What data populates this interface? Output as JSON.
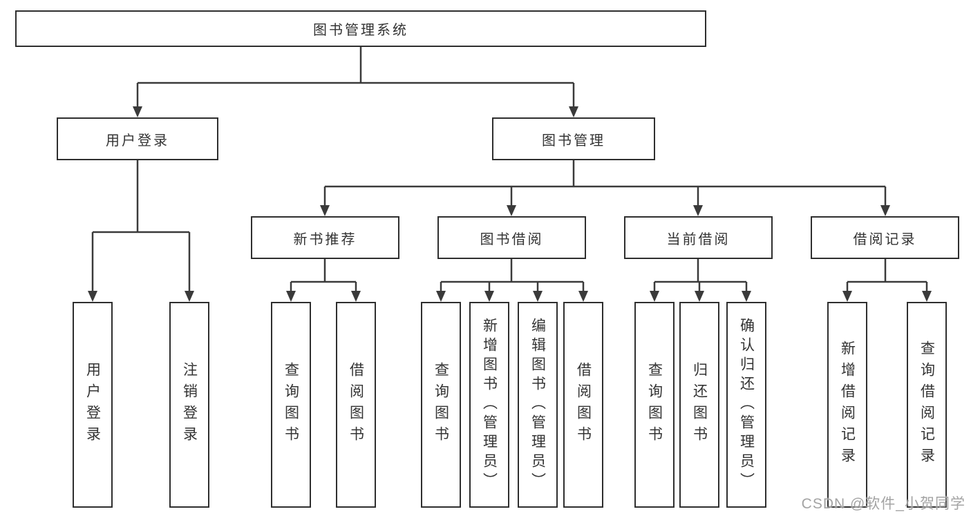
{
  "diagram": {
    "root": {
      "label": "图书管理系统"
    },
    "level2": [
      {
        "label": "用户登录"
      },
      {
        "label": "图书管理"
      }
    ],
    "level3": [
      {
        "label": "新书推荐"
      },
      {
        "label": "图书借阅"
      },
      {
        "label": "当前借阅"
      },
      {
        "label": "借阅记录"
      }
    ],
    "leaves": {
      "user_login": [
        "用户登录",
        "注销登录"
      ],
      "new_book_rec": [
        "查询图书",
        "借阅图书"
      ],
      "book_borrow": [
        "查询图书",
        "新增图书（管理员）",
        "编辑图书（管理员）",
        "借阅图书"
      ],
      "current_borrow": [
        "查询图书",
        "归还图书",
        "确认归还（管理员）"
      ],
      "borrow_record": [
        "新增借阅记录",
        "查询借阅记录"
      ]
    }
  },
  "colors": {
    "line": "#3a3a3a",
    "box_border": "#2e2e2e",
    "text": "#333333",
    "watermark": "#9b9b9b"
  },
  "watermark": {
    "text": "CSDN @软件_小贺同学"
  }
}
